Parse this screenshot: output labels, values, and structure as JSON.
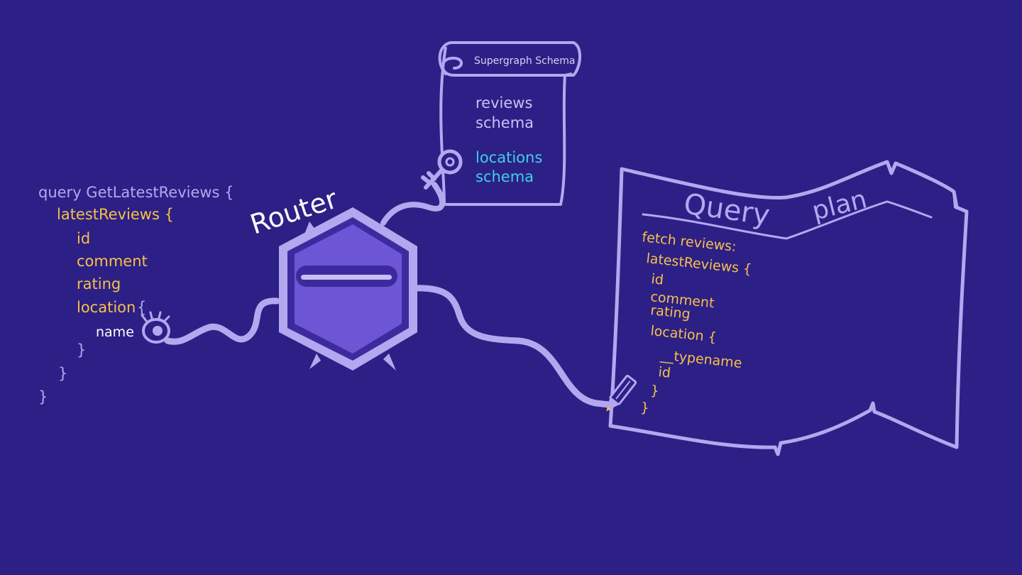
{
  "colors": {
    "background": "#2c1f85",
    "outline": "#b3a8f0",
    "query_keyword": "#b3a8f0",
    "field": "#f7c04a",
    "field_white": "#ffffff",
    "locations": "#3fd0e6",
    "router_body": "#6c56d6",
    "router_inner": "#3d2a9e"
  },
  "query": {
    "line1": "query GetLatestReviews {",
    "line2": "latestReviews {",
    "f_id": "id",
    "f_comment": "comment",
    "f_rating": "rating",
    "f_location": "location",
    "brace_open": "{",
    "f_name": "name",
    "close1": "}",
    "close2": "}",
    "close3": "}"
  },
  "router": {
    "label": "Router"
  },
  "schema": {
    "title": "Supergraph Schema",
    "reviews_1": "reviews",
    "reviews_2": "schema",
    "locations_1": "locations",
    "locations_2": "schema"
  },
  "plan": {
    "title_1": "Query",
    "title_2": "plan",
    "l1": "fetch reviews:",
    "l2": "latestReviews {",
    "l3": "id",
    "l4": "comment",
    "l5": "rating",
    "l6": "location {",
    "l7": "__typename",
    "l8": "id",
    "l9": "}",
    "l10": "}"
  },
  "icons": {
    "eye": "eye-icon",
    "key": "key-icon",
    "pencil": "pencil-icon"
  }
}
